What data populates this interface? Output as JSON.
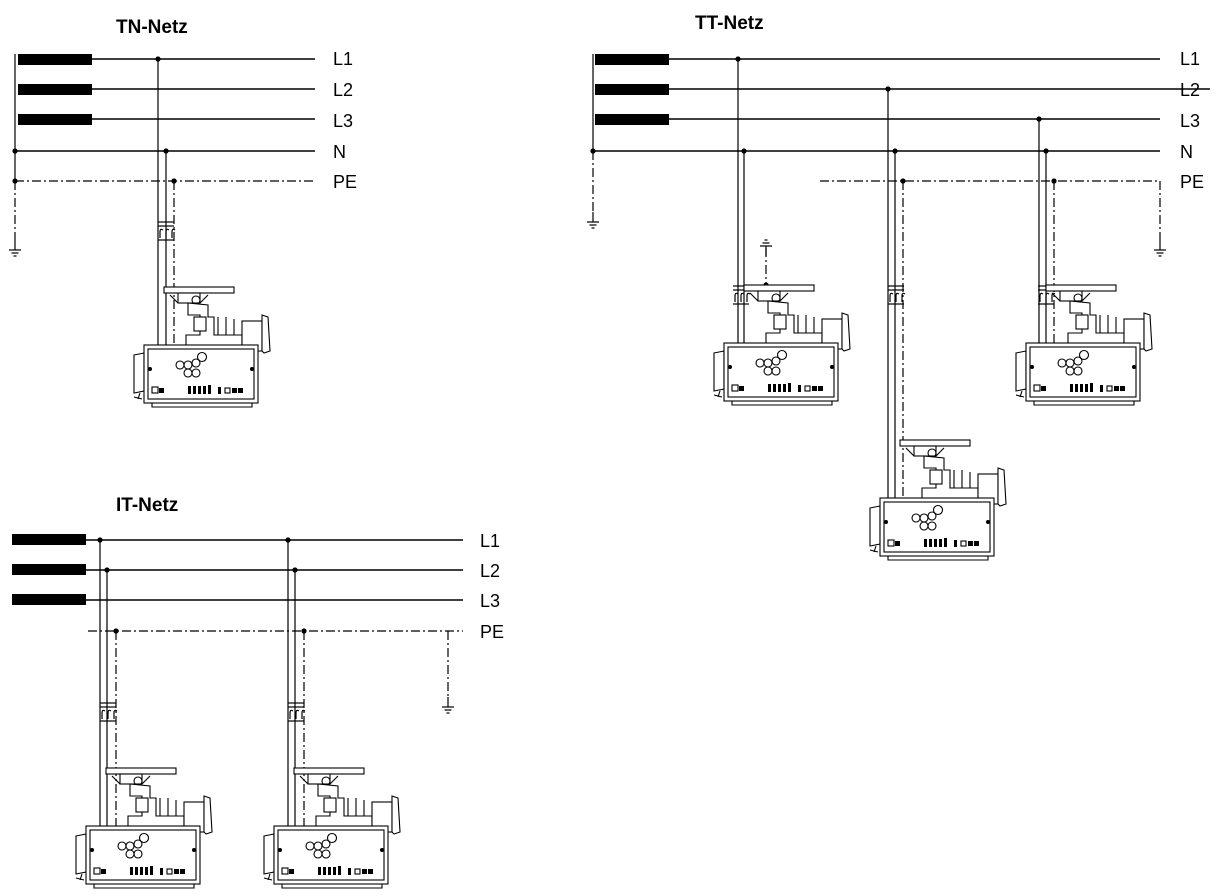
{
  "tn": {
    "title": "TN-Netz",
    "labels": {
      "l1": "L1",
      "l2": "L2",
      "l3": "L3",
      "n": "N",
      "pe": "PE"
    }
  },
  "tt": {
    "title": "TT-Netz",
    "labels": {
      "l1": "L1",
      "l2": "L2",
      "l3": "L3",
      "n": "N",
      "pe": "PE"
    }
  },
  "it": {
    "title": "IT-Netz",
    "labels": {
      "l1": "L1",
      "l2": "L2",
      "l3": "L3",
      "pe": "PE"
    }
  },
  "colors": {
    "ink": "#000000",
    "background": "#ffffff"
  },
  "icons": [
    "actuator-motor-icon",
    "ground-icon",
    "cable-gland-icon",
    "supply-source-icon"
  ]
}
